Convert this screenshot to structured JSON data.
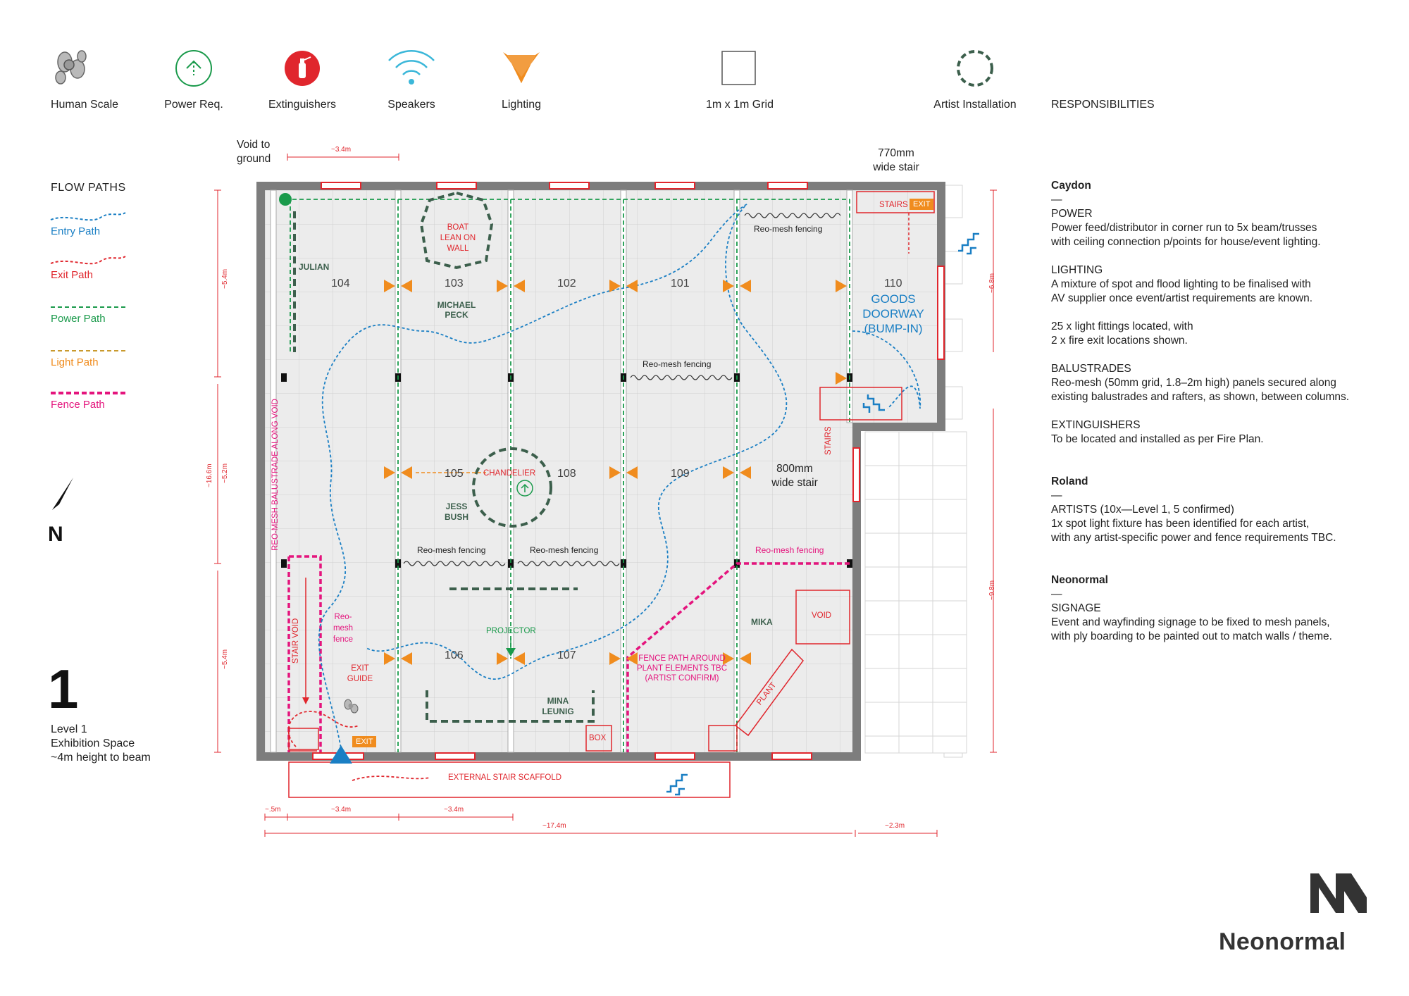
{
  "legend": [
    {
      "icon": "human-scale-icon",
      "label": "Human Scale"
    },
    {
      "icon": "power-icon",
      "label": "Power Req."
    },
    {
      "icon": "extinguisher-icon",
      "label": "Extinguishers"
    },
    {
      "icon": "speaker-icon",
      "label": "Speakers"
    },
    {
      "icon": "lighting-icon",
      "label": "Lighting"
    },
    {
      "icon": "grid-icon",
      "label": "1m x 1m Grid"
    },
    {
      "icon": "artist-installation-icon",
      "label": "Artist Installation"
    }
  ],
  "responsibilities_title": "RESPONSIBILITIES",
  "flow_paths": {
    "title": "FLOW PATHS",
    "items": [
      {
        "label": "Entry Path",
        "color": "#1a7fc4"
      },
      {
        "label": "Exit Path",
        "color": "#e0262d"
      },
      {
        "label": "Power Path",
        "color": "#1a9a4b"
      },
      {
        "label": "Light Path",
        "color": "#f08c1e"
      },
      {
        "label": "Fence Path",
        "color": "#e4147d"
      }
    ]
  },
  "north": "N",
  "level": {
    "number": "1",
    "line1": "Level 1",
    "line2": "Exhibition Space",
    "line3": "~4m height to beam"
  },
  "responsibilities": {
    "caydon": {
      "name": "Caydon",
      "dash": "—",
      "power_h": "POWER",
      "power_1": "Power feed/distributor in corner run to 5x beam/trusses",
      "power_2": "with ceiling connection p/points for house/event lighting.",
      "lighting_h": "LIGHTING",
      "lighting_1": "A mixture of spot and flood lighting to be finalised with",
      "lighting_2": "AV supplier once event/artist requirements are known.",
      "lighting_3": "25 x light fittings located, with",
      "lighting_4": "2 x fire exit locations shown.",
      "bal_h": "BALUSTRADES",
      "bal_1": "Reo-mesh (50mm grid, 1.8–2m high) panels secured along",
      "bal_2": "existing balustrades and rafters, as shown, between columns.",
      "ext_h": "EXTINGUISHERS",
      "ext_1": "To be located and installed as per Fire Plan."
    },
    "roland": {
      "name": "Roland",
      "dash": "—",
      "artists_h": "ARTISTS (10x—Level 1, 5 confirmed)",
      "artists_1": "1x spot light fixture has been identified for each artist,",
      "artists_2": "with any artist-specific power and fence requirements TBC."
    },
    "neonormal": {
      "name": "Neonormal",
      "dash": "—",
      "signage_h": "SIGNAGE",
      "signage_1": "Event and wayfinding signage to be fixed to mesh panels,",
      "signage_2": "with ply boarding to be painted out to match walls / theme."
    }
  },
  "plan": {
    "void_to_ground_1": "Void to",
    "void_to_ground_2": "ground",
    "stair770_1": "770mm",
    "stair770_2": "wide stair",
    "stair800_1": "800mm",
    "stair800_2": "wide stair",
    "rooms": [
      "104",
      "103",
      "102",
      "101",
      "110",
      "105",
      "108",
      "109",
      "106",
      "107"
    ],
    "artists": {
      "julian": "JULIAN",
      "michael_1": "MICHAEL",
      "michael_2": "PECK",
      "jess_1": "JESS",
      "jess_2": "BUSH",
      "mina_1": "MINA",
      "mina_2": "LEUNIG",
      "mika": "MIKA"
    },
    "labels": {
      "boat_1": "BOAT",
      "boat_2": "LEAN ON",
      "boat_3": "WALL",
      "chandelier": "CHANDELIER",
      "projector": "PROJECTOR",
      "goods_1": "GOODS",
      "goods_2": "DOORWAY",
      "goods_3": "(BUMP-IN)",
      "stairs_top": "STAIRS",
      "exit_top": "EXIT",
      "stairs_side": "STAIRS",
      "void": "VOID",
      "plant": "PLANT",
      "box": "BOX",
      "exit_bottom": "EXIT",
      "exit_guide_1": "EXIT",
      "exit_guide_2": "GUIDE",
      "stair_void": "STAIR VOID",
      "reo_fence_1": "Reo-",
      "reo_fence_2": "mesh",
      "reo_fence_3": "fence",
      "balustrade": "REO-MESH BALUSTRADE ALONG VOID",
      "reo_top_right": "Reo-mesh fencing",
      "reo_mid": "Reo-mesh fencing",
      "reo_105": "Reo-mesh fencing",
      "reo_108": "Reo-mesh fencing",
      "reo_pink": "Reo-mesh fencing",
      "fence_plant_1": "FENCE PATH AROUND",
      "fence_plant_2": "PLANT ELEMENTS TBC",
      "fence_plant_3": "(ARTIST CONFIRM)",
      "external_stair": "EXTERNAL STAIR SCAFFOLD"
    },
    "dims": {
      "top_34": "~3.4m",
      "left_54a": "~5.4m",
      "left_166": "~16.6m",
      "left_52": "~5.2m",
      "left_54b": "~5.4m",
      "right_68": "~6.8m",
      "right_98": "~9.8m",
      "bot_05": "~.5m",
      "bot_34a": "~3.4m",
      "bot_34b": "~3.4m",
      "bot_174": "~17.4m",
      "bot_23": "~2.3m"
    }
  },
  "brand": "Neonormal",
  "colors": {
    "red": "#e0262d",
    "blue": "#1a7fc4",
    "green": "#1a9a4b",
    "orange": "#f08c1e",
    "pink": "#e4147d",
    "dark_green": "#3c5f4c",
    "wall": "#777777"
  }
}
